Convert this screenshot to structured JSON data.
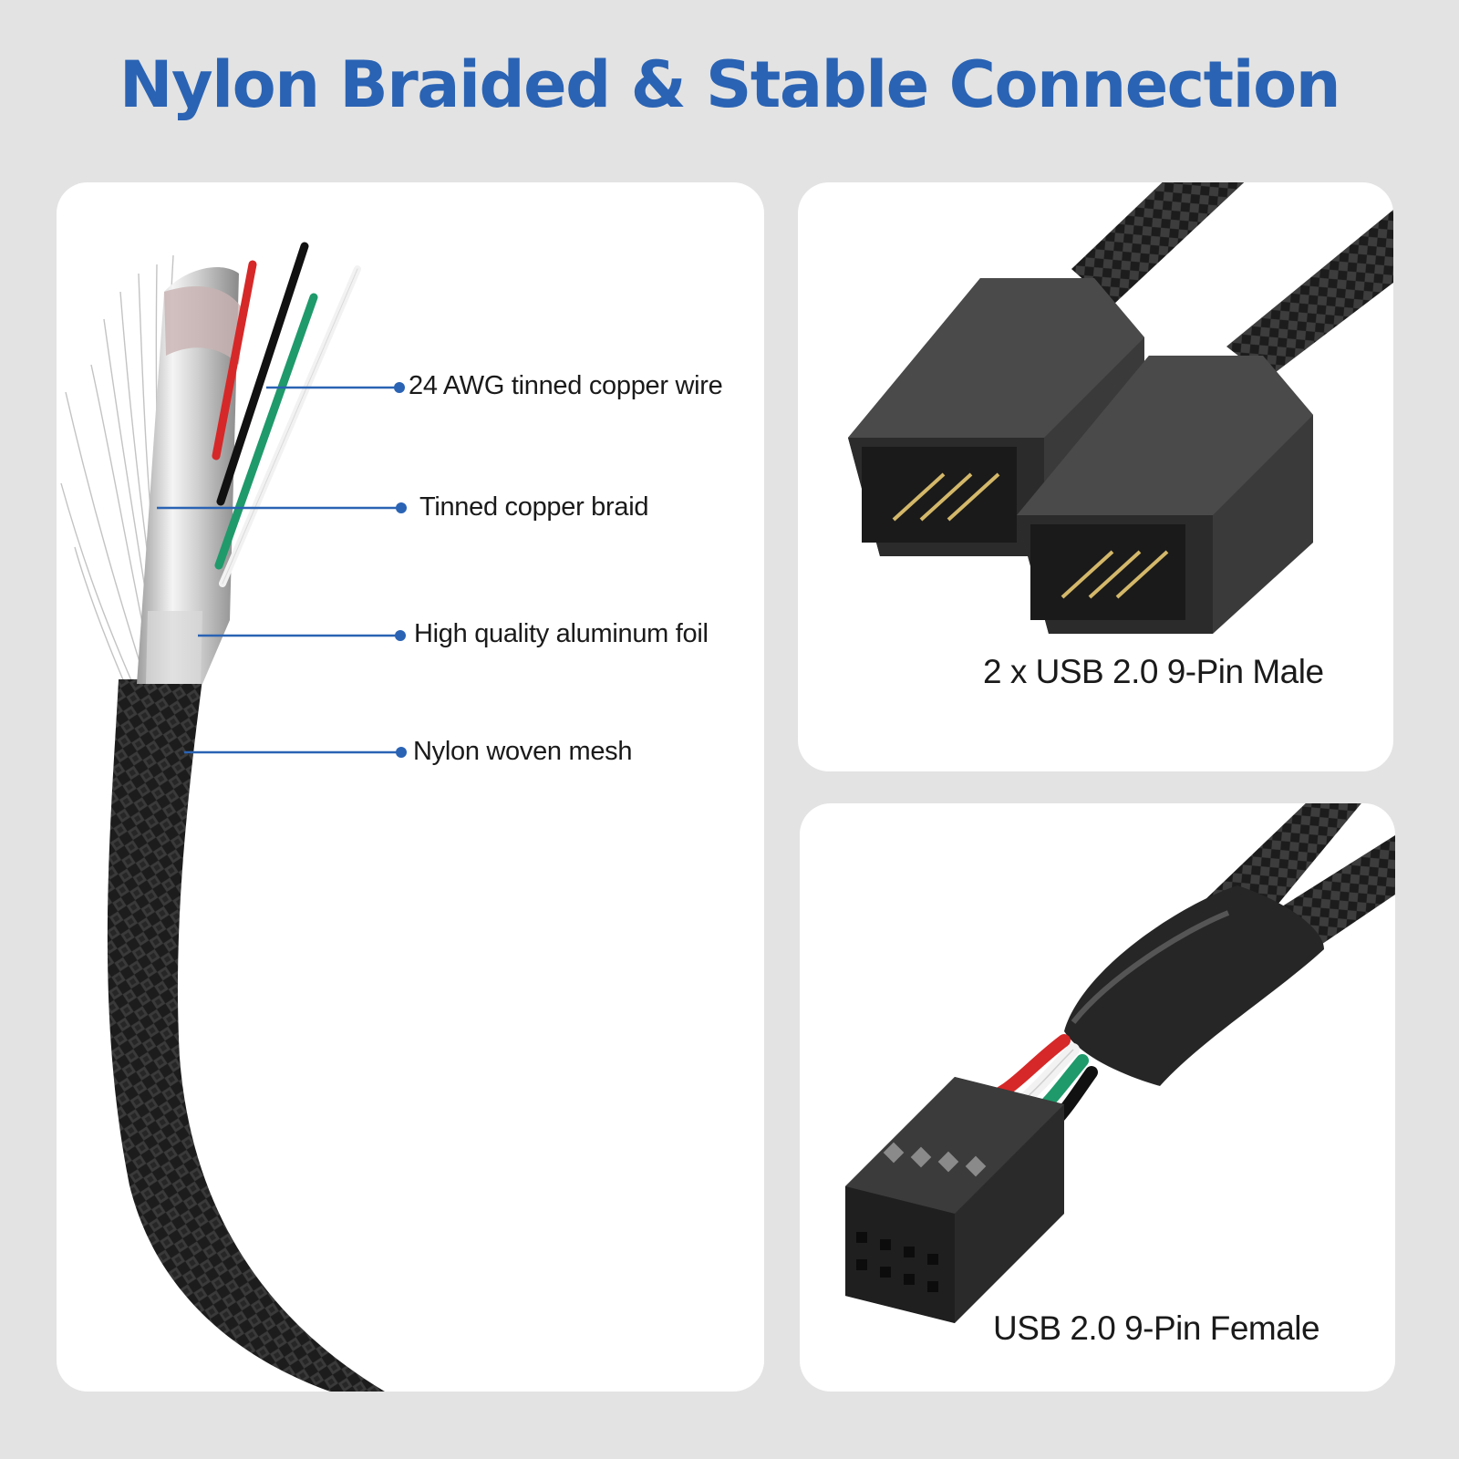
{
  "title": "Nylon Braided & Stable Connection",
  "accent_color": "#2a63b4",
  "cable_panel": {
    "callouts": [
      "24 AWG tinned copper wire",
      "Tinned copper braid",
      "High quality aluminum foil",
      "Nylon woven mesh"
    ],
    "wire_colors": [
      "#d62828",
      "#111111",
      "#1f9a6b",
      "#f2f2f2"
    ]
  },
  "male_panel": {
    "caption": "2 x USB 2.0 9-Pin Male"
  },
  "female_panel": {
    "caption": "USB 2.0 9-Pin Female"
  }
}
